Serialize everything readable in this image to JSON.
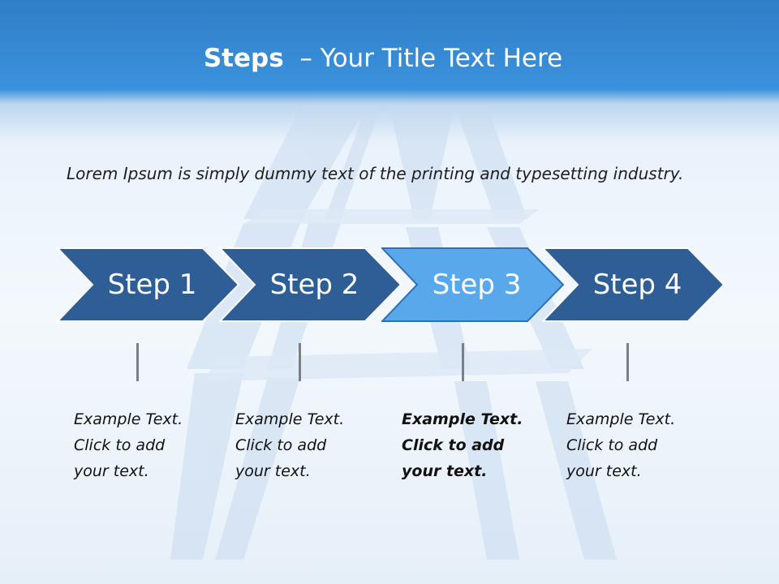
{
  "title": {
    "bold": "Steps",
    "rest": "– Your Title Text Here"
  },
  "intro": "Lorem Ipsum is simply dummy text of the printing and typesetting industry.",
  "colors": {
    "header": "#3a8fd9",
    "step": "#2e5e95",
    "step_active": "#5aa8ec",
    "step_stroke": "#ffffff"
  },
  "steps": [
    {
      "label": "Step 1",
      "note": [
        "Example Text.",
        "Click  to add",
        "your text."
      ],
      "active": false
    },
    {
      "label": "Step 2",
      "note": [
        "Example Text.",
        "Click  to add",
        "your text."
      ],
      "active": false
    },
    {
      "label": "Step 3",
      "note": [
        "Example Text.",
        "Click  to add",
        "your text."
      ],
      "active": true
    },
    {
      "label": "Step 4",
      "note": [
        "Example Text.",
        "Click  to add",
        "your text."
      ],
      "active": false
    }
  ]
}
